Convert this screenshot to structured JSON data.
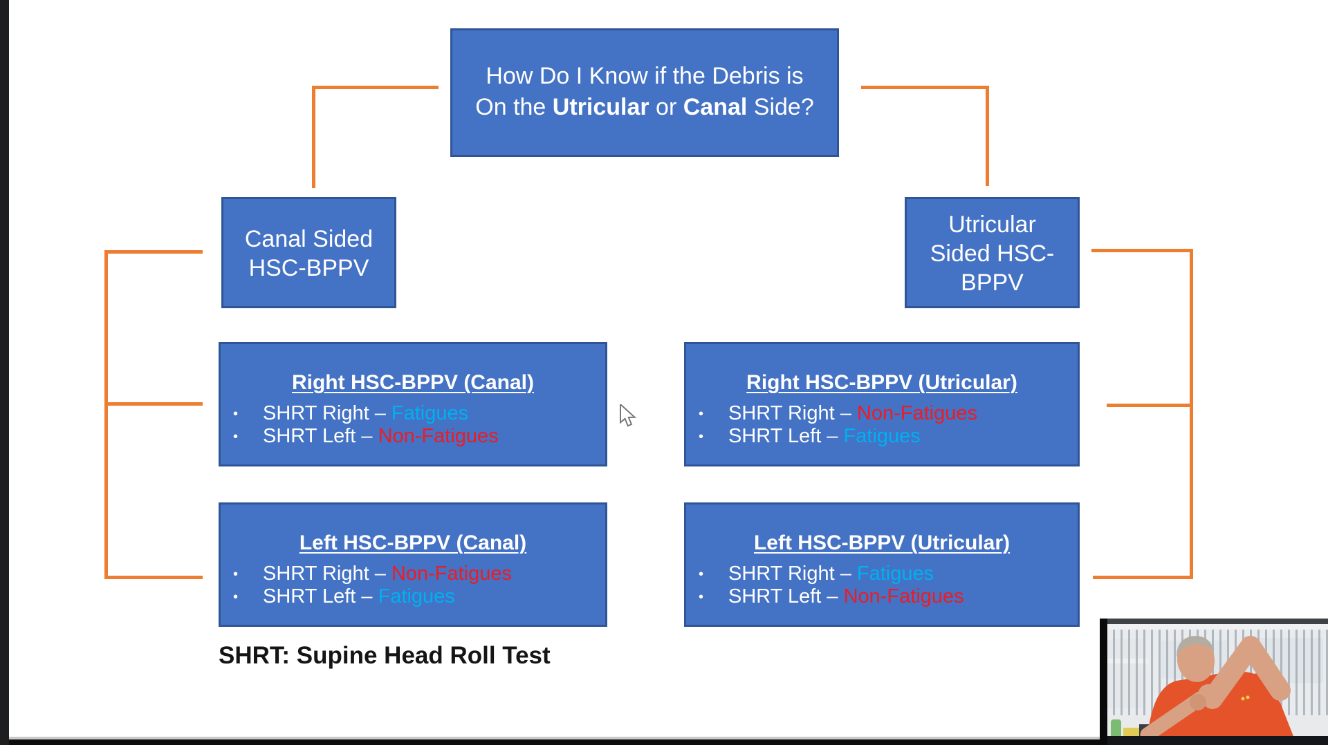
{
  "colors": {
    "box_fill": "#4472c4",
    "box_border": "#2f5597",
    "connector_orange": "#ed7d31",
    "value_cyan": "#00b0f0",
    "value_red": "#ed1c24",
    "caption_text": "#151515",
    "frame_black": "#1d1e20"
  },
  "slide": {
    "question_box": {
      "line1": "How Do I Know if the Debris is",
      "line2_prefix": "On the ",
      "line2_bold1": "Utricular",
      "line2_mid": " or ",
      "line2_bold2": "Canal",
      "line2_suffix": " Side?"
    },
    "branch_boxes": {
      "canal": {
        "lines": [
          "Canal Sided",
          "HSC-BPPV"
        ]
      },
      "utricular": {
        "lines": [
          "Utricular",
          "Sided HSC-",
          "BPPV"
        ]
      }
    },
    "bullet_glyph": "•",
    "result_boxes": [
      {
        "title": "Right HSC-BPPV (Canal)",
        "bullets": [
          {
            "label": "SHRT Right – ",
            "value": "Fatigues",
            "color": "cyan"
          },
          {
            "label": "SHRT Left – ",
            "value": "Non-Fatigues",
            "color": "red"
          }
        ]
      },
      {
        "title": "Right HSC-BPPV (Utricular)",
        "bullets": [
          {
            "label": "SHRT Right – ",
            "value": "Non-Fatigues",
            "color": "red"
          },
          {
            "label": "SHRT Left – ",
            "value": "Fatigues",
            "color": "cyan"
          }
        ]
      },
      {
        "title": "Left HSC-BPPV (Canal)",
        "bullets": [
          {
            "label": "SHRT Right – ",
            "value": "Non-Fatigues",
            "color": "red"
          },
          {
            "label": "SHRT Left – ",
            "value": "Fatigues",
            "color": "cyan"
          }
        ]
      },
      {
        "title": "Left HSC-BPPV (Utricular)",
        "bullets": [
          {
            "label": "SHRT Right – ",
            "value": "Fatigues",
            "color": "cyan"
          },
          {
            "label": "SHRT Left – ",
            "value": "Non-Fatigues",
            "color": "red"
          }
        ]
      }
    ],
    "caption": "SHRT: Supine Head Roll Test"
  }
}
